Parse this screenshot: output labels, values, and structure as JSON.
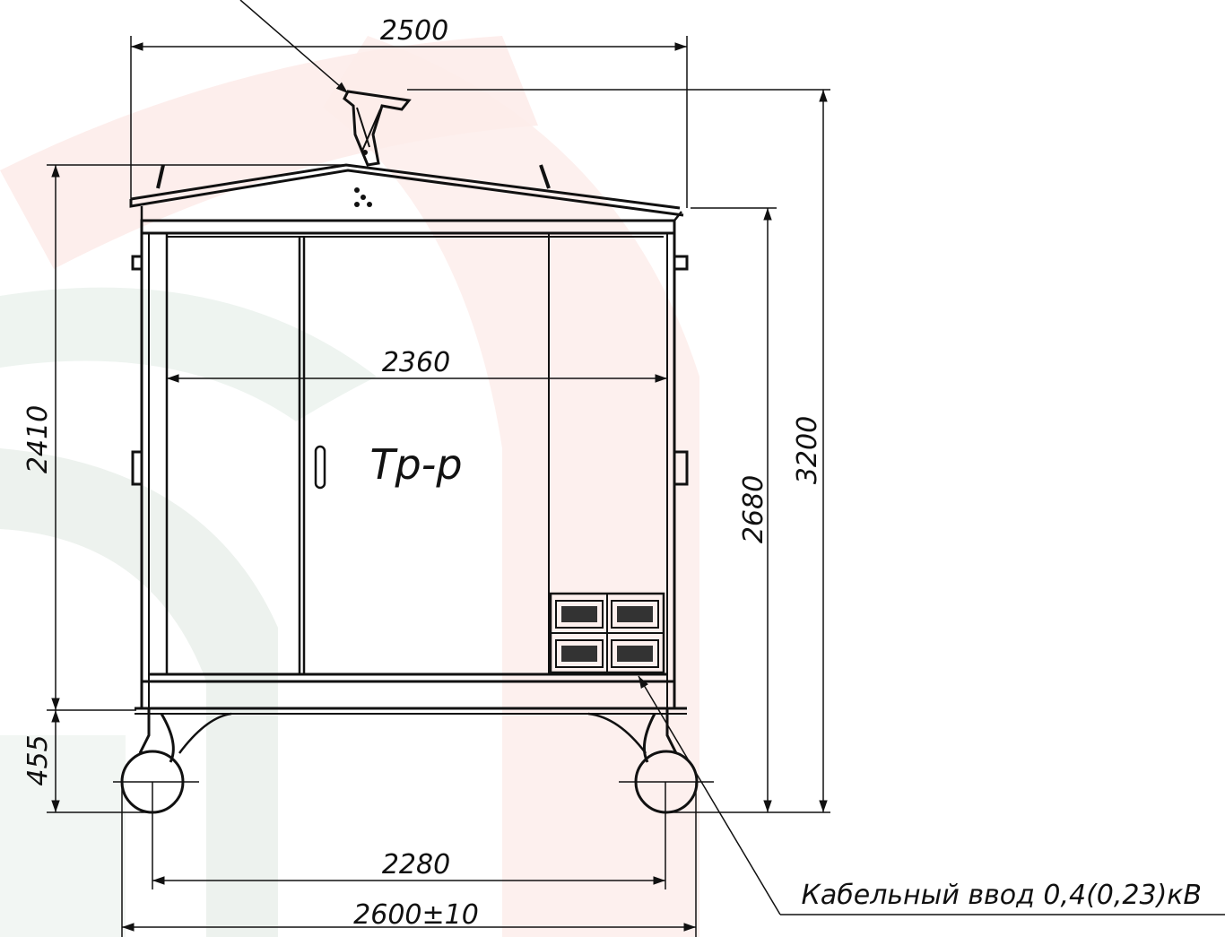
{
  "drawing": {
    "unit_label": "Тр-р",
    "cable_note": "Кабельный ввод 0,4(0,23)кВ"
  },
  "dimensions": {
    "top_width": "2500",
    "inner_width": "2360",
    "left_height": "2410",
    "base_height": "455",
    "body_height": "2680",
    "total_height": "3200",
    "wheel_track": "2280",
    "overall_width": "2600±10"
  },
  "colors": {
    "line": "#111111",
    "watermark_red": "#fbe9e6",
    "watermark_green": "#e9f0ec"
  }
}
